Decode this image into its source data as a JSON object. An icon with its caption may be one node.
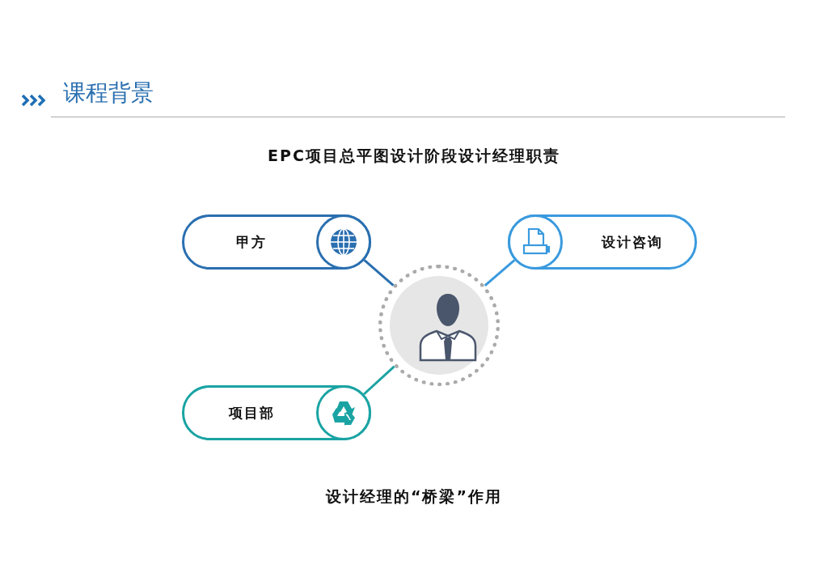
{
  "diagram": {
    "title": "EPC项目总平图设计阶段设计经理职责",
    "caption": "设计经理的“桥梁”作用",
    "nodes": [
      {
        "text": [
          "甲方"
        ]
      },
      {
        "text": [
          "设计咨询"
        ]
      },
      {
        "text": [
          "项目部"
        ]
      },
      {
        "text": [],
        "shape": "person"
      }
    ],
    "edges": [
      {
        "from": 0,
        "to": 3,
        "arrow": "none",
        "color": "#2a6fb0"
      },
      {
        "from": 1,
        "to": 3,
        "arrow": "none",
        "color": "#3a9ade"
      },
      {
        "from": 2,
        "to": 3,
        "arrow": "none",
        "color": "#1aa3a3"
      }
    ],
    "labels": [
      "课程背景"
    ]
  }
}
